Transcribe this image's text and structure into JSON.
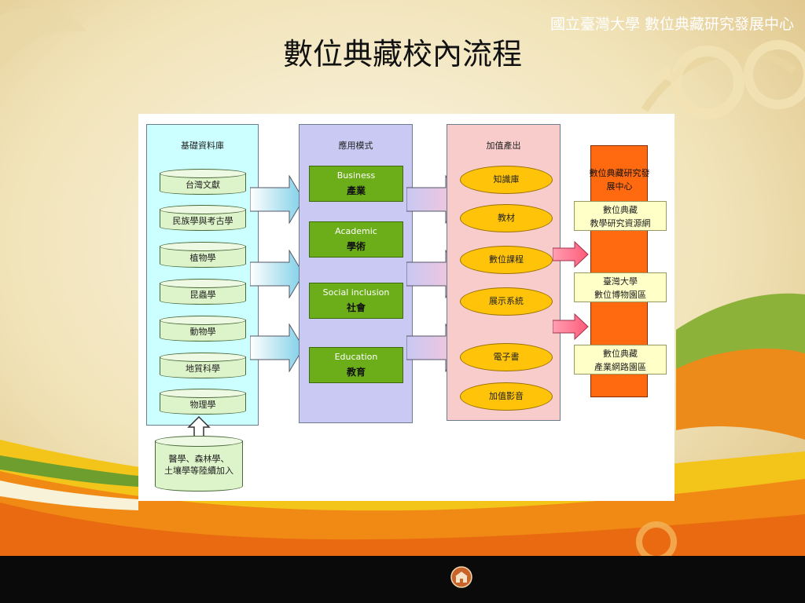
{
  "slide": {
    "title": "數位典藏校內流程",
    "footer": "國立臺灣大學  數位典藏研究發展中心"
  },
  "diagram": {
    "database": {
      "title": "基礎資料庫",
      "items": [
        "台灣文獻",
        "民族學與考古學",
        "植物學",
        "昆蟲學",
        "動物學",
        "地質科學",
        "物理學"
      ],
      "future": [
        "醫學、森林學、",
        "土壤學等陸續加入"
      ]
    },
    "modes": {
      "title": "應用模式",
      "items": [
        {
          "en": "Business",
          "zh": "產業"
        },
        {
          "en": "Academic",
          "zh": "學術"
        },
        {
          "en": "Social inclusion",
          "zh": "社會"
        },
        {
          "en": "Education",
          "zh": "教育"
        }
      ]
    },
    "outputs": {
      "title": "加值產出",
      "items": [
        "知識庫",
        "教材",
        "數位課程",
        "展示系統",
        "電子書",
        "加值影音"
      ]
    },
    "center": {
      "title": [
        "數位典藏研究發",
        "展中心"
      ],
      "items": [
        [
          "數位典藏",
          "教學研究資源網"
        ],
        [
          "臺灣大學",
          "數位博物園區"
        ],
        [
          "數位典藏",
          "產業網路園區"
        ]
      ]
    }
  },
  "colors": {
    "database_bg": "#ccffff",
    "modes_bg": "#c9c9f4",
    "outputs_bg": "#f9cccc",
    "center_bg": "#ff6a10",
    "green_box": "#6cae1a",
    "oval": "#ffc40a",
    "footer_bg": "#0a0a0a"
  }
}
